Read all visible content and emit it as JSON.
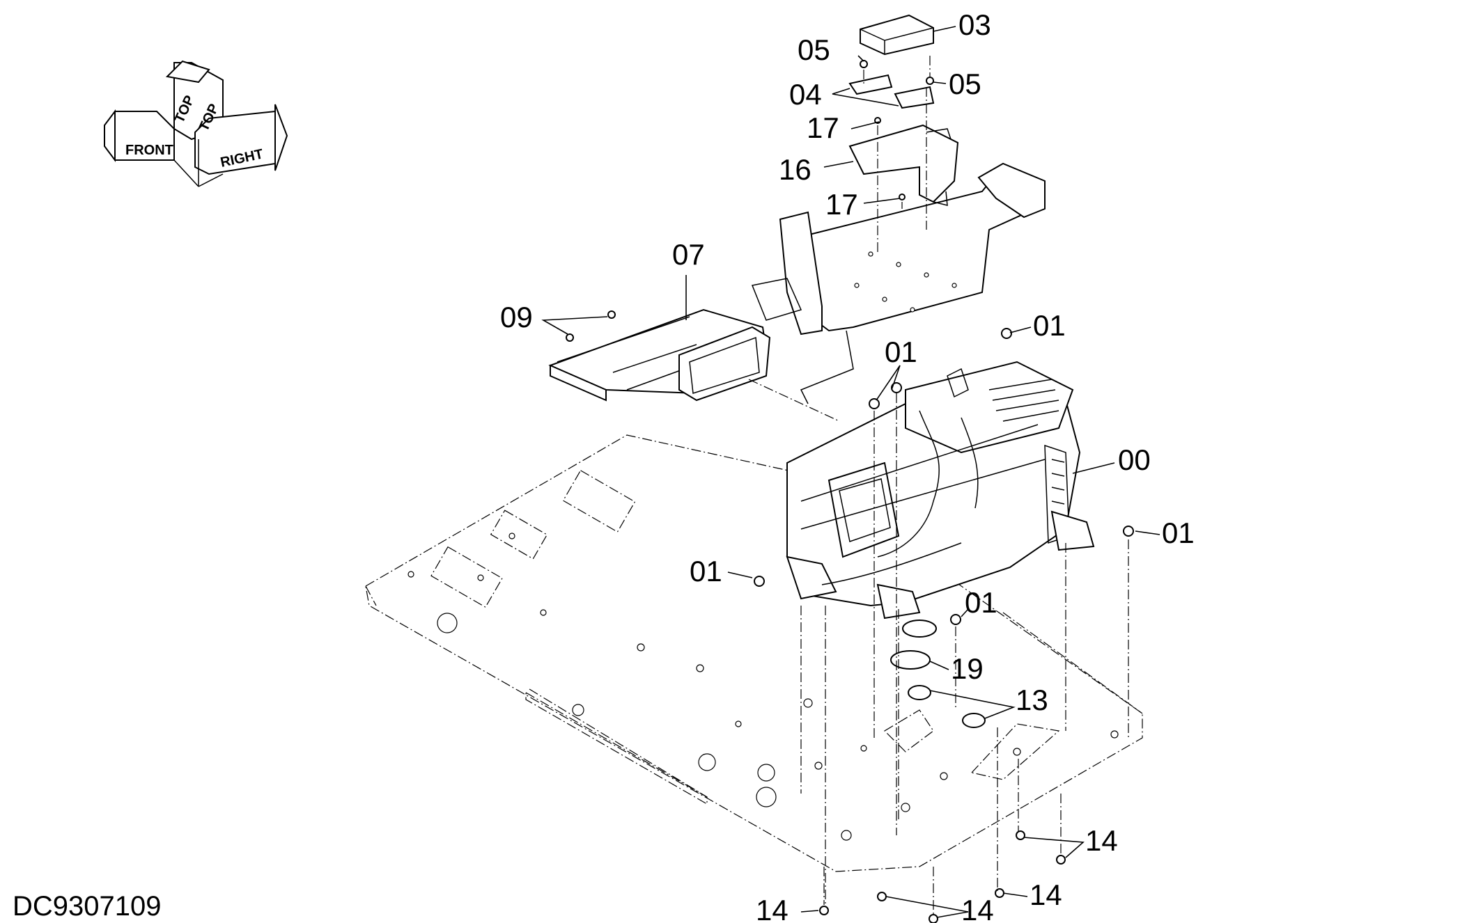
{
  "drawing_code": "DC9307109",
  "orientation": {
    "front": "FRONT",
    "top_left": "TOP",
    "top_right": "TOP",
    "right": "RIGHT"
  },
  "callouts": [
    {
      "id": "c03",
      "text": "03"
    },
    {
      "id": "c05a",
      "text": "05"
    },
    {
      "id": "c05b",
      "text": "05"
    },
    {
      "id": "c04",
      "text": "04"
    },
    {
      "id": "c17a",
      "text": "17"
    },
    {
      "id": "c16",
      "text": "16"
    },
    {
      "id": "c17b",
      "text": "17"
    },
    {
      "id": "c07",
      "text": "07"
    },
    {
      "id": "c09",
      "text": "09"
    },
    {
      "id": "c01a",
      "text": "01"
    },
    {
      "id": "c01b",
      "text": "01"
    },
    {
      "id": "c00",
      "text": "00"
    },
    {
      "id": "c01c",
      "text": "01"
    },
    {
      "id": "c01d",
      "text": "01"
    },
    {
      "id": "c01e",
      "text": "01"
    },
    {
      "id": "c19",
      "text": "19"
    },
    {
      "id": "c13",
      "text": "13"
    },
    {
      "id": "c14a",
      "text": "14"
    },
    {
      "id": "c14b",
      "text": "14"
    },
    {
      "id": "c14c",
      "text": "14"
    },
    {
      "id": "c14d",
      "text": "14"
    }
  ]
}
